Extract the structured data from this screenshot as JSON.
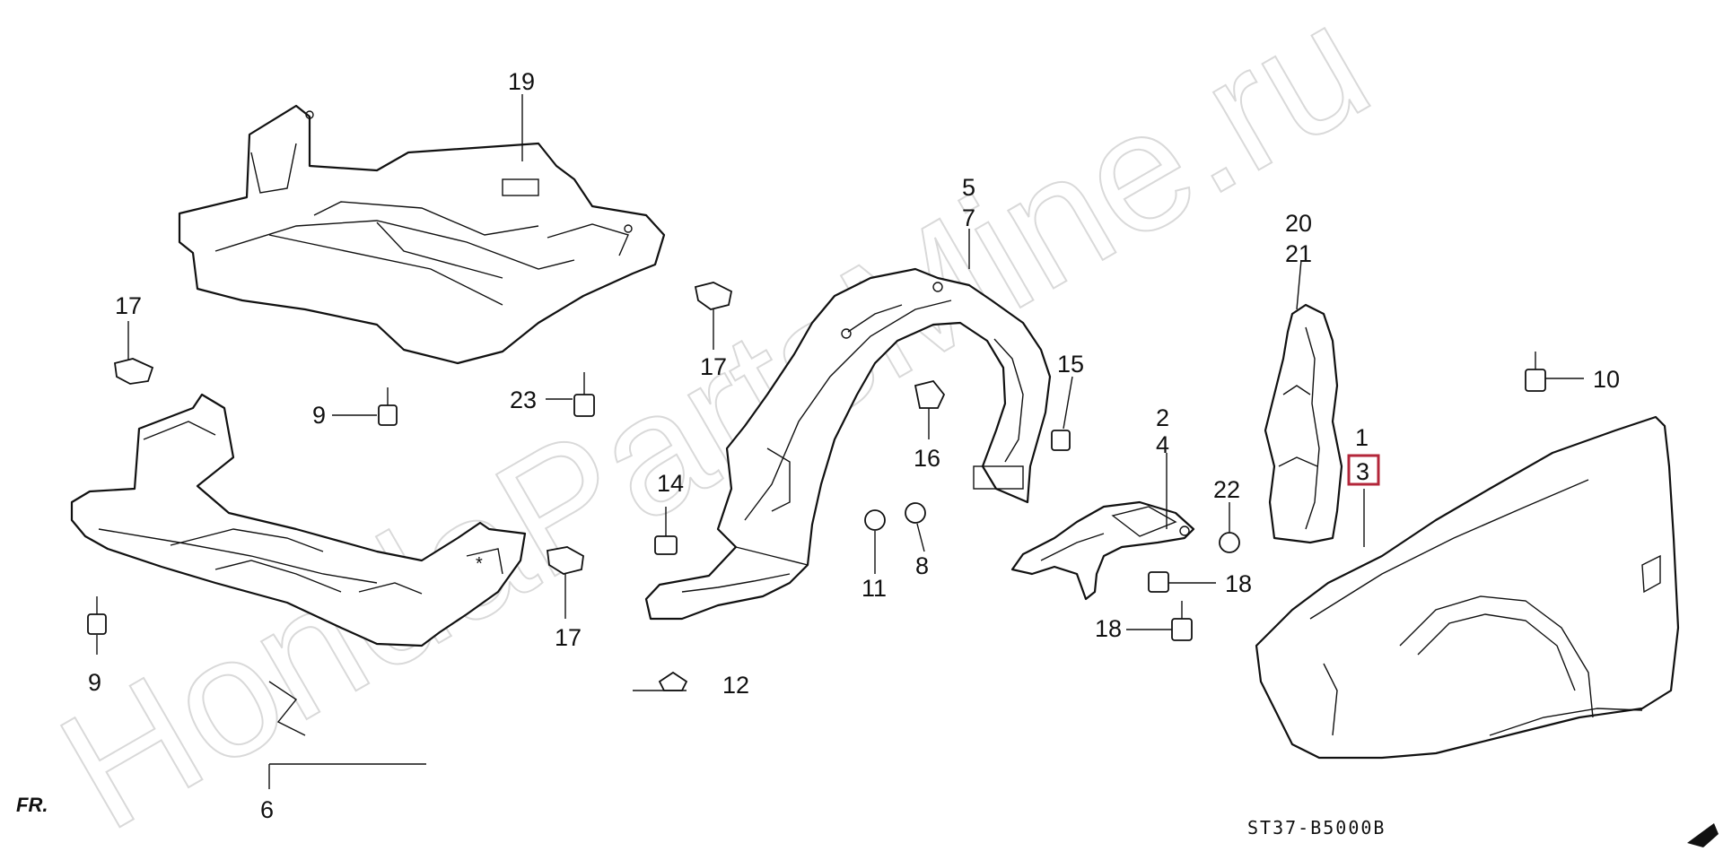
{
  "diagram": {
    "watermark": "HondaPartsMine.ru",
    "drawing_code": "ST37-B5000B",
    "direction_mark": "FR.",
    "highlight_color": "#b3263a",
    "callouts": [
      {
        "id": "c19",
        "text": "19"
      },
      {
        "id": "c17a",
        "text": "17"
      },
      {
        "id": "c9a",
        "text": "9"
      },
      {
        "id": "c23",
        "text": "23"
      },
      {
        "id": "c17b",
        "text": "17"
      },
      {
        "id": "c9b",
        "text": "9"
      },
      {
        "id": "c6",
        "text": "6"
      },
      {
        "id": "c17c",
        "text": "17"
      },
      {
        "id": "c5",
        "text": "5"
      },
      {
        "id": "c7",
        "text": "7"
      },
      {
        "id": "c16",
        "text": "16"
      },
      {
        "id": "c14",
        "text": "14"
      },
      {
        "id": "c11",
        "text": "11"
      },
      {
        "id": "c8",
        "text": "8"
      },
      {
        "id": "c12",
        "text": "12"
      },
      {
        "id": "c15",
        "text": "15"
      },
      {
        "id": "c2",
        "text": "2"
      },
      {
        "id": "c4",
        "text": "4"
      },
      {
        "id": "c22",
        "text": "22"
      },
      {
        "id": "c18a",
        "text": "18"
      },
      {
        "id": "c18b",
        "text": "18"
      },
      {
        "id": "c20",
        "text": "20"
      },
      {
        "id": "c21",
        "text": "21"
      },
      {
        "id": "c1",
        "text": "1"
      },
      {
        "id": "c3",
        "text": "3"
      },
      {
        "id": "c10",
        "text": "10"
      }
    ]
  }
}
